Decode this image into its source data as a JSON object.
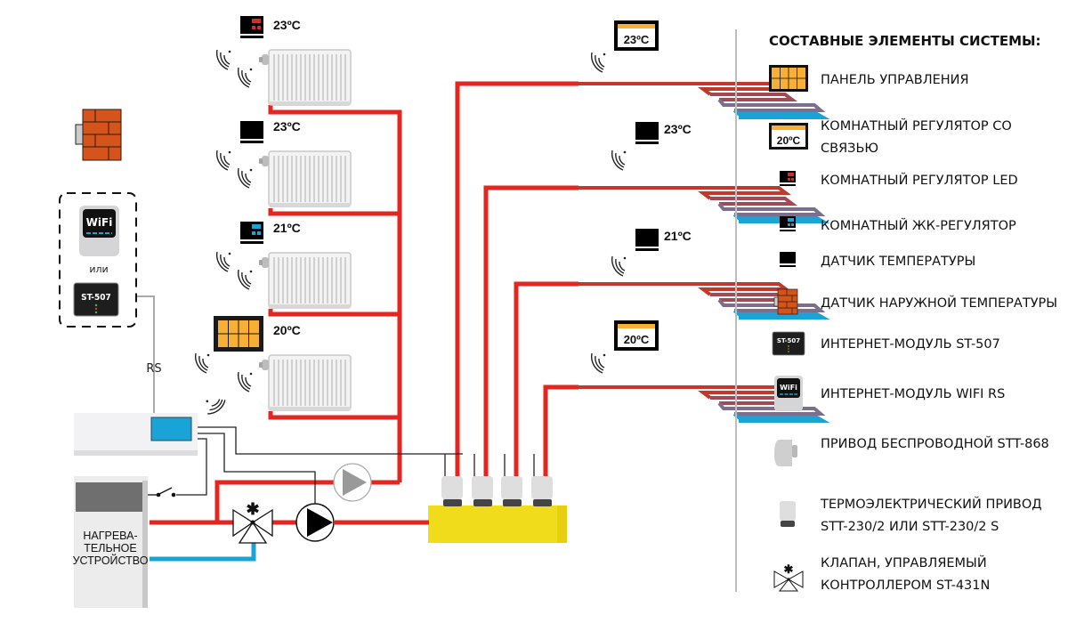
{
  "legend": {
    "title": "СОСТАВНЫЕ ЭЛЕМЕНТЫ СИСТЕМЫ:",
    "items": [
      {
        "icon": "control-panel-icon",
        "label": "ПАНЕЛЬ УПРАВЛЕНИЯ"
      },
      {
        "icon": "room-regulator-comm-icon",
        "icon_text": "20ºC",
        "label_line1": "КОМНАТНЫЙ РЕГУЛЯТОР СО",
        "label_line2": "СВЯЗЬЮ"
      },
      {
        "icon": "room-regulator-led-icon",
        "label": "КОМНАТНЫЙ РЕГУЛЯТОР LED"
      },
      {
        "icon": "room-regulator-lcd-icon",
        "label": "КОМНАТНЫЙ ЖК-РЕГУЛЯТОР"
      },
      {
        "icon": "temperature-sensor-icon",
        "label": "ДАТЧИК ТЕМПЕРАТУРЫ"
      },
      {
        "icon": "outdoor-sensor-icon",
        "label": "ДАТЧИК НАРУЖНОЙ ТЕМПЕРАТУРЫ"
      },
      {
        "icon": "st507-module-icon",
        "icon_text": "ST-507",
        "label": "ИНТЕРНЕТ-МОДУЛЬ ST-507"
      },
      {
        "icon": "wifi-module-icon",
        "icon_text": "WiFi",
        "label": "ИНТЕРНЕТ-МОДУЛЬ WIFI RS"
      },
      {
        "icon": "wireless-actuator-icon",
        "label": "ПРИВОД БЕСПРОВОДНОЙ STT-868"
      },
      {
        "icon": "thermoelectric-actuator-icon",
        "label_line1": "ТЕРМОЭЛЕКТРИЧЕСКИЙ ПРИВОД",
        "label_line2": "STT-230/2 ИЛИ STT-230/2 S"
      },
      {
        "icon": "mixing-valve-icon",
        "label_line1": "КЛАПАН, УПРАВЛЯЕМЫЙ",
        "label_line2": "КОНТРОЛЛЕРОМ ST-431N"
      }
    ]
  },
  "radiators": [
    {
      "device": "room-regulator-led",
      "temperature": "23ºC"
    },
    {
      "device": "temperature-sensor",
      "temperature": "23ºC"
    },
    {
      "device": "room-regulator-lcd",
      "temperature": "21ºC"
    },
    {
      "device": "control-panel",
      "temperature": "20ºC"
    }
  ],
  "floor_loops": [
    {
      "device": "room-regulator-comm",
      "temperature": "23ºC"
    },
    {
      "device": "temperature-sensor",
      "temperature": "23ºC"
    },
    {
      "device": "temperature-sensor",
      "temperature": "21ºC"
    },
    {
      "device": "room-regulator-comm",
      "temperature": "20ºC"
    }
  ],
  "modules": {
    "wifi_text": "WiFi",
    "or_text": "или",
    "st507_text": "ST-507",
    "rs_label": "RS"
  },
  "boiler": {
    "label_line1": "НАГРЕВА-",
    "label_line2": "ТЕЛЬНОЕ",
    "label_line3": "УСТРОЙСТВО"
  },
  "colors": {
    "supply_pipe": "#e3261f",
    "return_pipe": "#1aa3d6",
    "control_panel": "#f7b034",
    "manifold": "#f0dc1a",
    "brick": "#d4541c",
    "controller_screen": "#1aa3d6"
  }
}
